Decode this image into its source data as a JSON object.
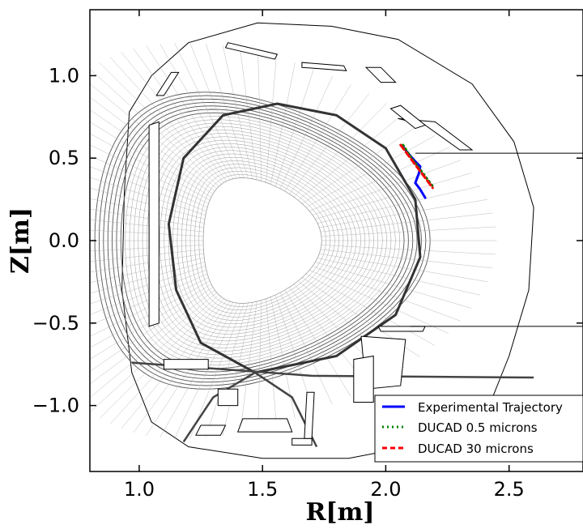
{
  "chart_data": {
    "type": "line",
    "xlabel": "R[m]",
    "ylabel": "Z[m]",
    "xlim": [
      0.8,
      2.8
    ],
    "ylim": [
      -1.4,
      1.4
    ],
    "x_ticks": [
      {
        "value": 1.0,
        "label": "1.0"
      },
      {
        "value": 1.5,
        "label": "1.5"
      },
      {
        "value": 2.0,
        "label": "2.0"
      },
      {
        "value": 2.5,
        "label": "2.5"
      }
    ],
    "y_ticks": [
      {
        "value": 1.0,
        "label": "1.0"
      },
      {
        "value": 0.5,
        "label": "0.5"
      },
      {
        "value": 0.0,
        "label": "0.0"
      },
      {
        "value": -0.5,
        "label": "−0.5"
      },
      {
        "value": -1.0,
        "label": "−1.0"
      }
    ],
    "grid": false,
    "legend_position": "lower-right",
    "series": [
      {
        "name": "Experimental Trajectory",
        "color": "#0000ff",
        "style": "solid",
        "x": [
          2.07,
          2.09,
          2.12,
          2.14,
          2.135,
          2.12,
          2.14,
          2.16
        ],
        "y": [
          0.57,
          0.53,
          0.48,
          0.45,
          0.41,
          0.35,
          0.31,
          0.26
        ]
      },
      {
        "name": "DUCAD 0.5 microns",
        "color": "#008000",
        "style": "dotted",
        "x": [
          2.07,
          2.1,
          2.13,
          2.16,
          2.19
        ],
        "y": [
          0.58,
          0.51,
          0.45,
          0.39,
          0.33
        ]
      },
      {
        "name": "DUCAD 30 microns",
        "color": "#ff0000",
        "style": "dashed",
        "x": [
          2.06,
          2.09,
          2.12,
          2.15,
          2.19
        ],
        "y": [
          0.58,
          0.52,
          0.46,
          0.4,
          0.32
        ]
      }
    ]
  }
}
